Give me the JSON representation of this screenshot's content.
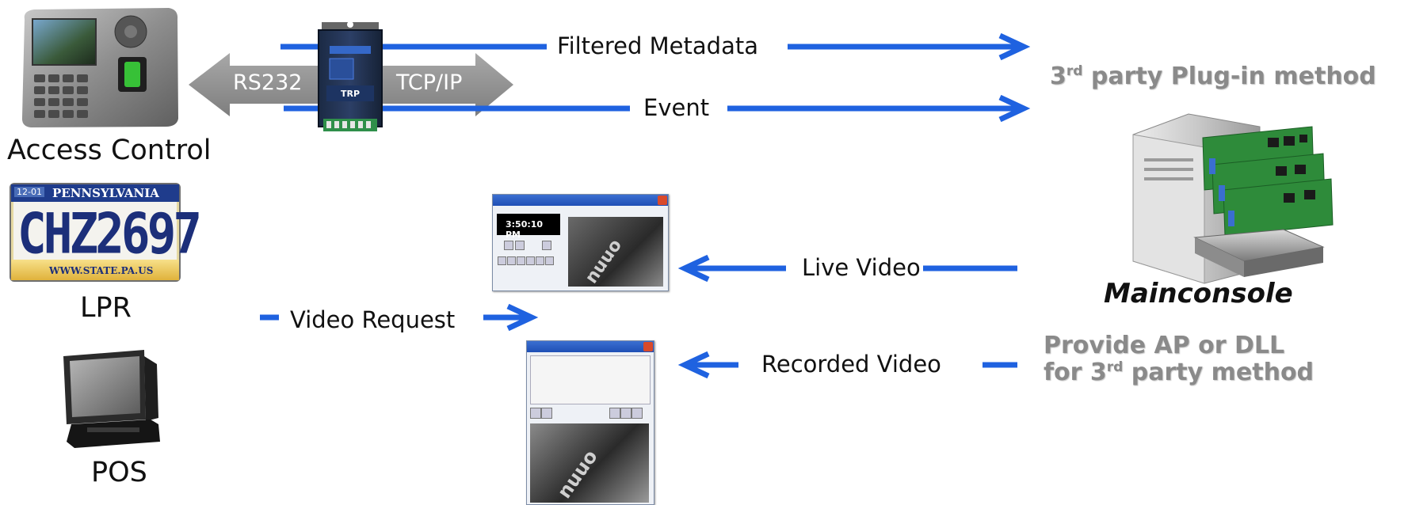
{
  "labels": {
    "access_control": "Access Control",
    "lpr": "LPR",
    "pos": "POS",
    "rs232": "RS232",
    "tcpip": "TCP/IP",
    "filtered_metadata": "Filtered Metadata",
    "event": "Event",
    "live_video": "Live Video",
    "recorded_video": "Recorded Video",
    "video_request": "Video Request",
    "mainconsole": "Mainconsole",
    "plugin_method_prefix": "3",
    "plugin_method_sup": "rd",
    "plugin_method_suffix": " party Plug-in method",
    "provide_line1": "Provide AP or DLL",
    "provide_line2_prefix": "for 3",
    "provide_line2_sup": "rd",
    "provide_line2_suffix": " party method"
  },
  "license_plate": {
    "state": "PENNSYLVANIA",
    "sticker": "12-01",
    "number": "CHZ2697",
    "url": "WWW.STATE.PA.US"
  },
  "converter": {
    "brand": "TRP"
  },
  "playback_window": {
    "time": "3:50:10 PM",
    "watermark": "nuuo"
  },
  "live_window": {
    "watermark": "nuuo"
  },
  "colors": {
    "arrow_blue": "#1f62e0",
    "gray_arrow": "#8f8f8f",
    "gray_text": "#8a8a8a"
  }
}
